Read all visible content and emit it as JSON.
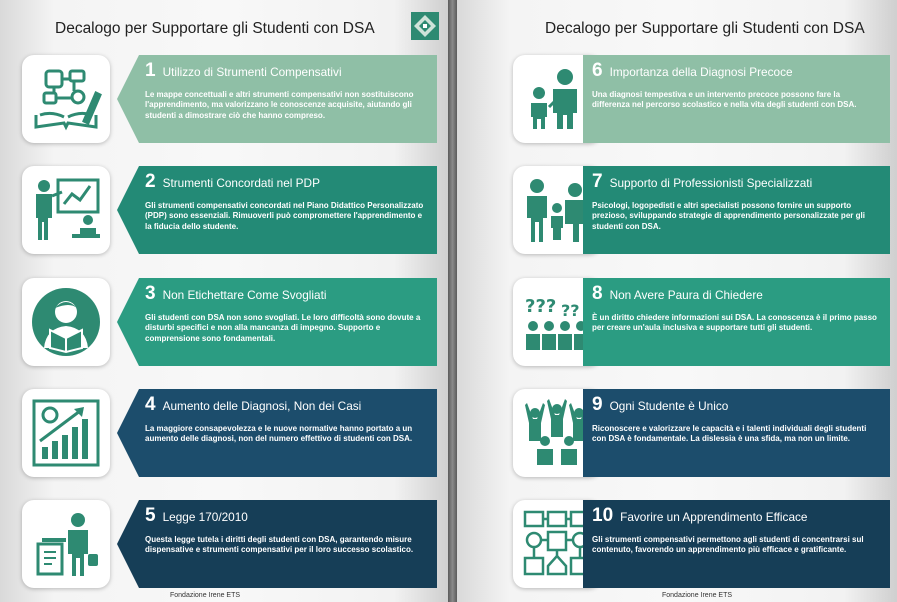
{
  "pages": [
    {
      "title": "Decalogo per Supportare gli Studenti con DSA",
      "footer": "Fondazione Irene ETS",
      "items": [
        {
          "num": "1",
          "heading": "Utilizzo di Strumenti Compensativi",
          "text": "Le mappe concettuali e altri strumenti compensativi non sostituiscono l'apprendimento, ma valorizzano le conoscenze acquisite, aiutando gli studenti a dimostrare ciò che hanno compreso.",
          "icon": "book-mindmap-icon",
          "color": "#8fbfa6"
        },
        {
          "num": "2",
          "heading": "Strumenti Concordati nel PDP",
          "text": "Gli strumenti compensativi concordati nel Piano Didattico Personalizzato (PDP) sono essenziali. Rimuoverli può compromettere l'apprendimento e la fiducia dello studente.",
          "icon": "teacher-board-icon",
          "color": "#238a76"
        },
        {
          "num": "3",
          "heading": "Non Etichettare Come Svogliati",
          "text": "Gli studenti con DSA non sono svogliati. Le loro difficoltà sono dovute a disturbi specifici e non alla mancanza di impegno. Supporto e comprensione sono fondamentali.",
          "icon": "student-reading-icon",
          "color": "#2b9c82"
        },
        {
          "num": "4",
          "heading": "Aumento delle Diagnosi, Non dei Casi",
          "text": "La maggiore consapevolezza e le nuove normative hanno portato a un aumento delle diagnosi, non del numero effettivo di studenti con DSA.",
          "icon": "growth-chart-icon",
          "color": "#1c4d6c"
        },
        {
          "num": "5",
          "heading": "Legge 170/2010",
          "text": "Questa legge tutela i diritti degli studenti con DSA, garantendo misure dispensative e strumenti compensativi per il loro successo scolastico.",
          "icon": "lawyer-documents-icon",
          "color": "#163e57"
        }
      ]
    },
    {
      "title": "Decalogo per Supportare gli Studenti con DSA",
      "footer": "Fondazione Irene ETS",
      "items": [
        {
          "num": "6",
          "heading": "Importanza della Diagnosi Precoce",
          "text": "Una diagnosi tempestiva e un intervento precoce possono fare la differenza nel percorso scolastico e nella vita degli studenti con DSA.",
          "icon": "doctor-child-icon",
          "color": "#8fbfa6"
        },
        {
          "num": "7",
          "heading": "Supporto di Professionisti Specializzati",
          "text": "Psicologi, logopedisti e altri specialisti possono fornire un supporto prezioso, sviluppando strategie di apprendimento personalizzate per gli studenti con DSA.",
          "icon": "professionals-group-icon",
          "color": "#238a76"
        },
        {
          "num": "8",
          "heading": "Non Avere Paura di Chiedere",
          "text": "È un diritto chiedere informazioni sui DSA. La conoscenza è il primo passo per creare un'aula inclusiva e supportare tutti gli studenti.",
          "icon": "question-people-icon",
          "color": "#2b9c82"
        },
        {
          "num": "9",
          "heading": "Ogni Studente è Unico",
          "text": "Riconoscere e valorizzare le capacità e i talenti individuali degli studenti con DSA è fondamentale. La dislessia è una sfida, ma non un limite.",
          "icon": "cheering-crowd-icon",
          "color": "#1c4d6c"
        },
        {
          "num": "10",
          "heading": "Favorire un Apprendimento Efficace",
          "text": "Gli strumenti compensativi permettono agli studenti di concentrarsi sul contenuto, favorendo un apprendimento più efficace e gratificante.",
          "icon": "learning-tools-icon",
          "color": "#163e57"
        }
      ]
    }
  ]
}
